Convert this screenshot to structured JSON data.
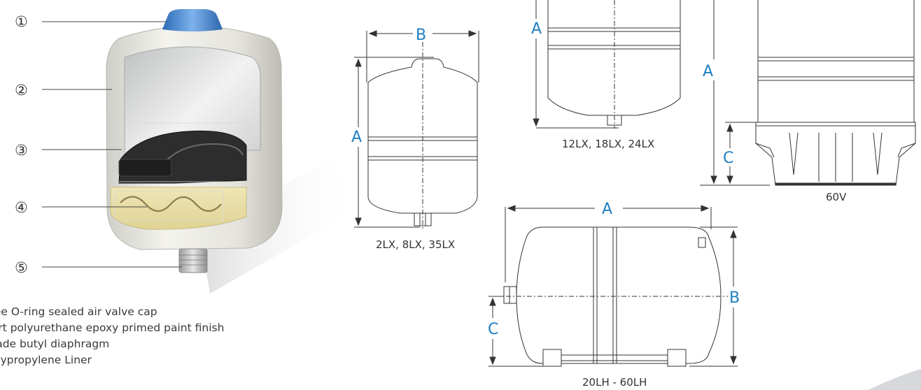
{
  "callouts": [
    "①",
    "②",
    "③",
    "④",
    "⑤"
  ],
  "features": [
    "Free O-ring sealed air valve cap",
    "part polyurethane epoxy primed paint finish",
    "grade butyl diaphragm",
    "Polypropylene Liner"
  ],
  "dimension_labels": {
    "a": "A",
    "b": "B",
    "c": "C"
  },
  "model_captions": {
    "small_vertical": "2LX, 8LX, 35LX",
    "medium_vertical": "12LX, 18LX, 24LX",
    "stand_vertical": "60V",
    "horizontal": "20LH - 60LH"
  },
  "colors": {
    "dimension_text": "#1f7fc1",
    "outline": "#333333",
    "cap_blue": "#3d7fc9",
    "liner_yellow": "#e8dca0"
  }
}
